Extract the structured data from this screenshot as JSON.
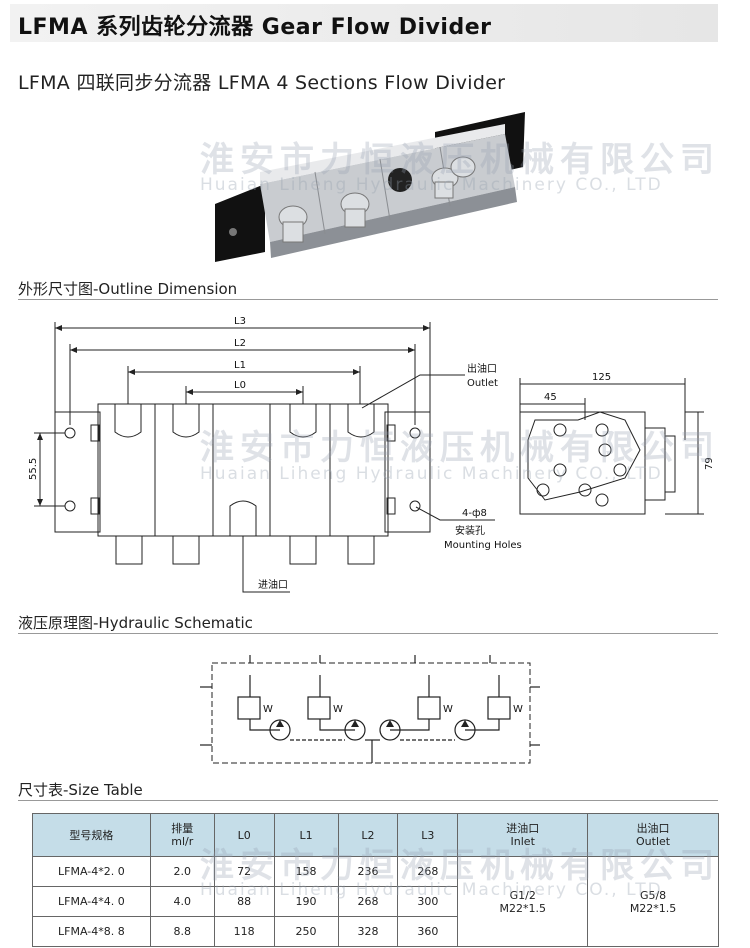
{
  "header": {
    "title": "LFMA 系列齿轮分流器 Gear Flow Divider"
  },
  "subtitle": "LFMA 四联同步分流器 LFMA 4 Sections Flow Divider",
  "watermark": {
    "cn": "淮安市力恒液压机械有限公司",
    "en": "Huaian Liheng Hydraulic Machinery CO., LTD"
  },
  "sections": {
    "outline": "外形尺寸图-Outline Dimension",
    "schematic": "液压原理图-Hydraulic Schematic",
    "size_table": "尺寸表-Size Table"
  },
  "outline": {
    "L3": "L3",
    "L2": "L2",
    "L1": "L1",
    "L0": "L0",
    "height_dim": "55.5",
    "outlet_cn": "出油口",
    "outlet_en": "Outlet",
    "inlet_cn": "进油口",
    "holes_spec": "4-ф8",
    "holes_cn": "安装孔",
    "holes_en": "Mounting Holes",
    "side_width": "125",
    "side_45": "45",
    "side_height": "79"
  },
  "schematic": {
    "valve_mark": "W"
  },
  "table": {
    "headers": {
      "model": "型号规格",
      "disp_cn": "排量",
      "disp_unit": "ml/r",
      "L0": "L0",
      "L1": "L1",
      "L2": "L2",
      "L3": "L3",
      "inlet_cn": "进油口",
      "inlet_en": "Inlet",
      "outlet_cn": "出油口",
      "outlet_en": "Outlet"
    },
    "rows": [
      {
        "model": "LFMA-4*2. 0",
        "disp": "2.0",
        "L0": "72",
        "L1": "158",
        "L2": "236",
        "L3": "268"
      },
      {
        "model": "LFMA-4*4. 0",
        "disp": "4.0",
        "L0": "88",
        "L1": "190",
        "L2": "268",
        "L3": "300"
      },
      {
        "model": "LFMA-4*8. 8",
        "disp": "8.8",
        "L0": "118",
        "L1": "250",
        "L2": "328",
        "L3": "360"
      }
    ],
    "inlet_thread1": "G1/2",
    "inlet_thread2": "M22*1.5",
    "outlet_thread1": "G5/8",
    "outlet_thread2": "M22*1.5"
  }
}
